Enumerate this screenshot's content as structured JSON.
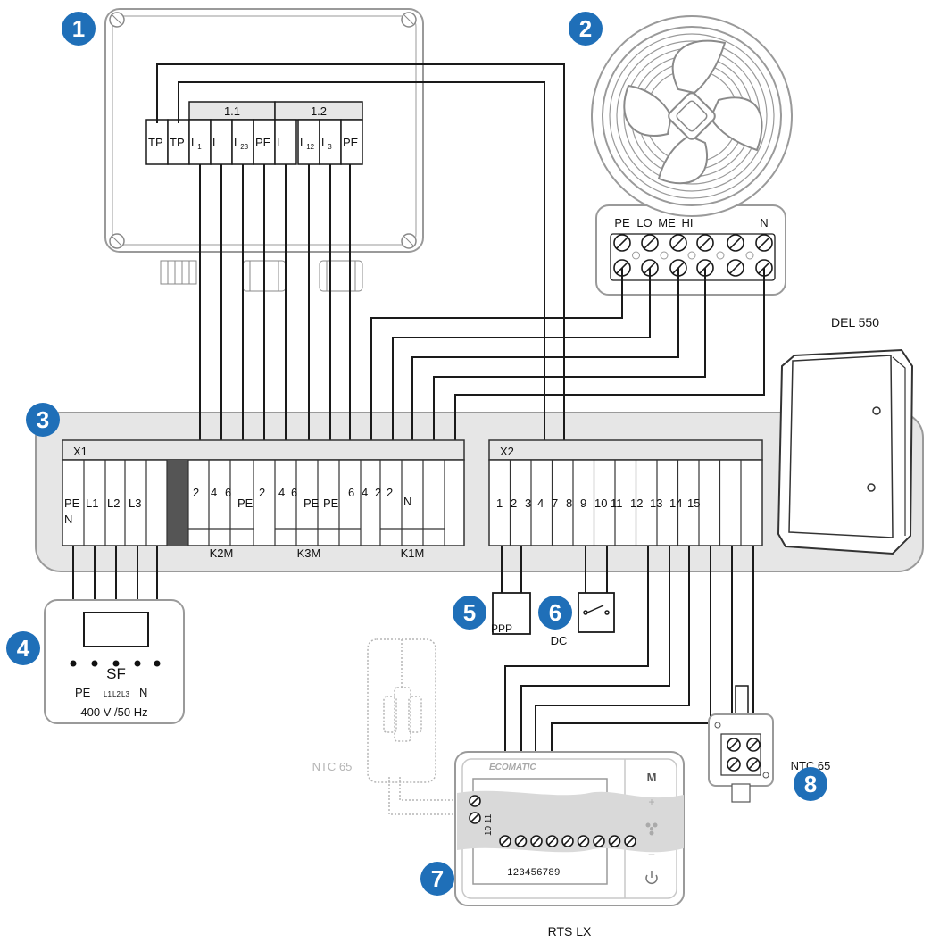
{
  "badges": [
    "1",
    "2",
    "3",
    "4",
    "5",
    "6",
    "7",
    "8"
  ],
  "colors": {
    "badge": "#1f6fb8",
    "line": "#1a1a1a",
    "outline": "#9a9a9a",
    "panel": "#e6e6e6",
    "faded": "#b5b5b5",
    "dark_block": "#555555"
  },
  "junction_box": {
    "groups": [
      "1.1",
      "1.2"
    ],
    "terminals": [
      {
        "main": "TP",
        "sub": ""
      },
      {
        "main": "TP",
        "sub": ""
      },
      {
        "main": "L",
        "sub": "1"
      },
      {
        "main": "L",
        "sub": ""
      },
      {
        "main": "L",
        "sub": "23"
      },
      {
        "main": "PE",
        "sub": ""
      },
      {
        "main": "L",
        "sub": ""
      },
      {
        "main": "L",
        "sub": "12"
      },
      {
        "main": "L",
        "sub": "3"
      },
      {
        "main": "PE",
        "sub": ""
      }
    ]
  },
  "fan": {
    "terminal_labels": [
      "PE",
      "LO",
      "ME",
      "HI",
      "N"
    ],
    "icon": "axial-fan-icon"
  },
  "device_label": "DEL 550",
  "x1": {
    "title": "X1",
    "labels": [
      "PE",
      "N",
      "L1",
      "L2",
      "L3",
      "2",
      "4",
      "6",
      "PE",
      "2",
      "4",
      "6",
      "PE",
      "PE",
      "6",
      "4",
      "2",
      "2",
      "N"
    ],
    "contactors": [
      "K2M",
      "K3M",
      "K1M"
    ]
  },
  "x2": {
    "title": "X2",
    "numbers": [
      "1",
      "2",
      "3",
      "4",
      "7",
      "8",
      "9",
      "10",
      "11",
      "12",
      "13",
      "14",
      "15"
    ]
  },
  "supply": {
    "switch": "SF",
    "labels": [
      "PE",
      "L1",
      "L2",
      "L3",
      "N"
    ],
    "spec": "400 V /50 Hz"
  },
  "ppp_label": "PPP",
  "dc_label": "DC",
  "ntc_left": "NTC 65",
  "ntc_right": "NTC 65",
  "controller": {
    "brand": "ECOMATIC",
    "brand_suffix": "",
    "m_button": "M",
    "plus": "+",
    "minus": "–",
    "power_icon": "power-icon",
    "fan_icon": "fan-small-icon",
    "side_numbers": "10 11",
    "bottom_numbers": "123456789",
    "name": "RTS LX"
  }
}
